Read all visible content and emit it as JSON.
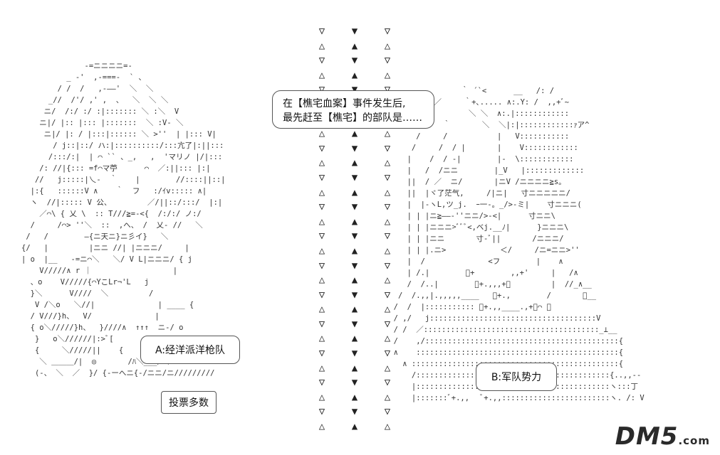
{
  "speech": {
    "title_line1": "在【樵宅血案】事件发生后,",
    "title_line2": "最先赶至【樵宅】的部队是……"
  },
  "options": {
    "a": "A:经洋派洋枪队",
    "b": "B:军队势力",
    "vote": "投票多数"
  },
  "column_rows": [
    [
      "▽",
      "▼",
      "▽"
    ],
    [
      "△",
      "▲",
      "△"
    ],
    [
      "▽",
      "▼",
      "▽"
    ],
    [
      "△",
      "▲",
      "△"
    ],
    [
      "▽",
      "▼",
      "▽"
    ],
    [
      "△",
      "▲",
      "△"
    ],
    [
      "▽",
      "▼",
      "▽"
    ],
    [
      "△",
      "▲",
      "△"
    ],
    [
      "▽",
      "▼",
      "▽"
    ],
    [
      "△",
      "▲",
      "△"
    ],
    [
      "▽",
      "▼",
      "▽"
    ],
    [
      "△",
      "▲",
      "△"
    ],
    [
      "▽",
      "▼",
      "▽"
    ],
    [
      "△",
      "▲",
      "△"
    ],
    [
      "▽",
      "▼",
      "▽"
    ],
    [
      "△",
      "▲",
      "△"
    ],
    [
      "▽",
      "▼",
      "▽"
    ],
    [
      "△",
      "▲",
      "△"
    ],
    [
      "▽",
      "▼",
      "▽"
    ],
    [
      "△",
      "▲",
      "△"
    ],
    [
      "▽",
      "▼",
      "▽"
    ],
    [
      "△",
      "▲",
      "△"
    ],
    [
      "▽",
      "▼",
      "▽"
    ],
    [
      "△",
      "▲",
      "△"
    ],
    [
      "▽",
      "▼",
      "▽"
    ],
    [
      "△",
      "▲",
      "△"
    ],
    [
      "▽",
      "▼",
      "▽"
    ],
    [
      "△",
      "▲",
      "△"
    ]
  ],
  "art": {
    "left": "              -=ニニニニ=-\n          _ -'  ,-===-  ` 、\n        / /  /   ,-――'  ＼  ＼\n      _//  /'/ ,' ,  、  ＼  ＼ ＼\n     ニ/  /:/ :/ :|::::::: ＼ :＼  V\n    ニ|/ |:: |::: |:::::::  ＼ :V- ＼\n     ニ|/ |: / |:::|:::::: ＼ >''  | |::: V|\n       / j::|::/ ハ:|::::::::::/:::亢了|:||:::\n      /:::/:|  | ⌒ `` 、_,   ,  'マリノ |/|:::\n    /: //|{::: =f⌒マ苧      ⌒  ／:||::: |:|\n   //   j:::::|乀-  ｀    |        //::::||::|\n  |:{   ::::::V ∧    ｀  フ   :/ｲv::::: ∧|\n  ヽ  //|::::: V 公、        ／/||::/:::/  |:|\n    ／⌒\\ { 乂 \\  :: T///≧=-<{  /:/:/ ノ:/\n  /     /⌒> ''＼  ::  ,へ、 /  乂- //   ＼\n /   /        ―{ニ天ニ}ニ彡イ}   ＼\n{/   |         |ニニ //| |ニニニ/     |\n| o  |__   -=ニ⌒＼   ＼/ V L|ニニニ/ { j\n    V/////∧ r ｜                  |\n  、o    V/////{⌒YこLr¬'L   j\n  }＼      V////  ＼         /\n   V /＼o   ＼//|              | ____ {\n  / V///}h、  V/              |\n  { o＼/////}h、  }////∧  ↑↑↑  ニ-/ o\n   }   o＼//////|:>ﾞ[            -  /////}h、 o\n   {     ＼/////||    {      |{//////＼\n    ＼ ＿＿＿/|  ◎       /ﾊ＼___/＼\n   (-、 ＼  ／  }/ {-ーへニ{-/ニニ/ニ/////////",
    "right": "                 ｀ ´`<      __   /: /\n           ／     ｀+､..... ∧:.Y: /  ,,+ﾞ~\n         ／        ＼ ＼  ∧:.|::::::::::::\n        /    ｀       ＼  ＼|:|::::::::::::ｧア^\n       /     /           |   V:::::::::::\n      /     /  / |       |    V::::::::::::\n     |    /  / -|        |-  \\::::::::::::\n     |   /  /ニニ        |_V   |:::::::::::::\n     ||  / ／  ニ/       |ニV /ニニニニ≧s。\n     ||  |ヾ了茫气,     /|ニ|   寸ニニニニニ/\n     |  |-ヽL,ツ_j.  ｰ一-。_/>-ミ|    寸ニニニ(\n     | | |ニ≧――-''ニニ/>-<|      寸ニニ\\\n     | | |ニニニ>ﾞﾞﾞ<,ベj.__ﾉ|      }ニニニ\\\n     | | |ニニ       寸-ﾞ||       /ニニニ/\n     | | |.ニ>            ＜/     /ニ=ニニ>''\n     |  /              <フ        |    ∧\n     | /.|        ﾞ+        ,,+'     |   /∧\n     /  /..|        ﾞ+.,,,+ﾞ         |  //_∧__\n   /  /.,,|.,,,,,____   ﾞ+.,        /       ＼__\n  /  /  |::::::::::: ﾞ+.,,____.,+ﾞ⌒ ＼\n  / ,/   j:::::::::::::::::::::::::::::::::::::V\n  / /  ／:::::::::::::::::::::::::::::::::::::::_⊥__\n  /    ,/:::::::::::::::::::::::::::::::::::::::::::{\n  ∧    :::::::::::::::::::::::::::::::::::::::::::::{\n    ∧ ::::::::::::::::::::::::::::::::::::::::::::::{\n      /:::::::::::::::::::::::::::::::::::::::::::{..,,--\n      |:::::::::::::::::::::::::::::::::::::::::::ヽ:::丁\n      |:::::::ﾞ+.,,   ﾞ+.,,::::::::::::::::::::::::ヽ. /: V"
  },
  "watermark": {
    "main": "DM5",
    "suffix": ".com"
  }
}
